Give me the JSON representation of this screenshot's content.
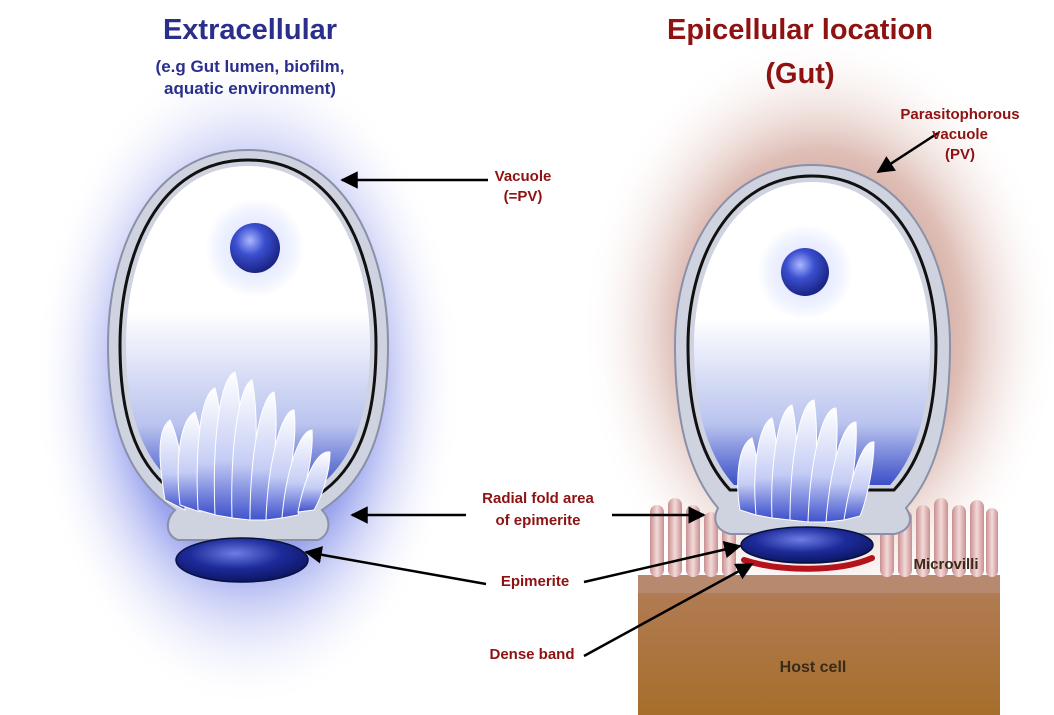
{
  "panels": {
    "left": {
      "title": "Extracellular",
      "subtitle_line1": "(e.g Gut lumen, biofilm,",
      "subtitle_line2": "aquatic environment)"
    },
    "right": {
      "title_line1": "Epicellular location",
      "title_line2": "(Gut)"
    }
  },
  "labels": {
    "vacuole_line1": "Vacuole",
    "vacuole_line2": "(=PV)",
    "pv_line1": "Parasitophorous",
    "pv_line2": "vacuole",
    "pv_line3": "(PV)",
    "radial_line1": "Radial fold area",
    "radial_line2": "of epimerite",
    "epimerite": "Epimerite",
    "dense_band": "Dense band",
    "microvilli": "Microvilli",
    "host_cell": "Host cell"
  },
  "colors": {
    "label_red": "#8e1212",
    "title_blue": "#2a2f8c",
    "host_cell_top": "#b37d5a",
    "host_cell_bottom": "#a66e2a",
    "dense_band": "#b5121b",
    "epimerite": "#0e1a66"
  }
}
